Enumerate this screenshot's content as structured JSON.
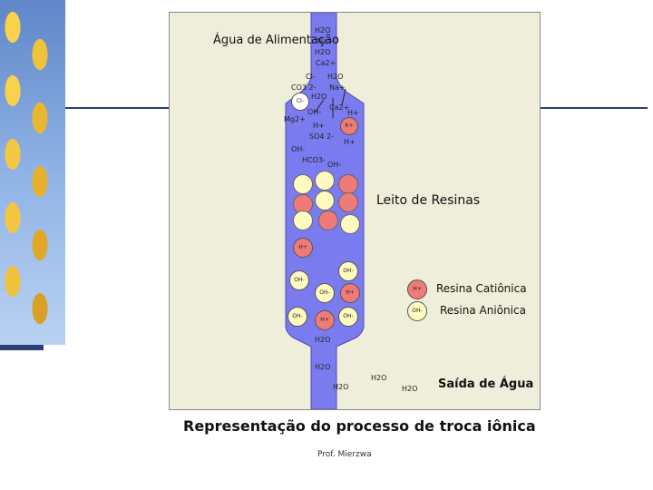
{
  "title": "Representação do processo de troca iônica",
  "author": "Prof. Mierzwa",
  "labels": {
    "feed": "Água de Alimentação",
    "resin_bed": "Leito de Resinas",
    "output": "Saída de Água",
    "legend_cation": "Resina Catiônica",
    "legend_anion": "Resina Aniônica"
  },
  "inlet_ions": [
    "H2O",
    "Na+",
    "H2O",
    "Ca2+"
  ],
  "top_ions": [
    {
      "t": "Cl-"
    },
    {
      "t": "H2O"
    },
    {
      "t": "CO3 2-"
    },
    {
      "t": "Na+"
    },
    {
      "t": "H2O"
    },
    {
      "t": "Ca2+"
    },
    {
      "t": "OH-"
    },
    {
      "t": "H+"
    },
    {
      "t": "Mg2+"
    },
    {
      "t": "H+"
    },
    {
      "t": "SO4 2-"
    },
    {
      "t": "H+"
    },
    {
      "t": "OH-"
    },
    {
      "t": "HCO3-"
    },
    {
      "t": "OH-"
    }
  ],
  "circled": {
    "cl": "Cl-",
    "k": "K+"
  },
  "bed_ions": {
    "h1": "H+",
    "oh1": "OH-",
    "oh2": "OH-",
    "oh3": "OH-",
    "h2": "H+",
    "oh4": "OH-",
    "h3": "H+",
    "oh5": "OH-"
  },
  "legend_symbols": {
    "cation": "H+",
    "anion": "OH-"
  },
  "outlet_water": [
    "H2O",
    "H2O",
    "H2O",
    "H2O",
    "H2O"
  ],
  "colors": {
    "column": "#7b7bf0",
    "cation_resin": "#ee7b77",
    "anion_resin": "#fffac0",
    "panel": "#eeeeda"
  }
}
